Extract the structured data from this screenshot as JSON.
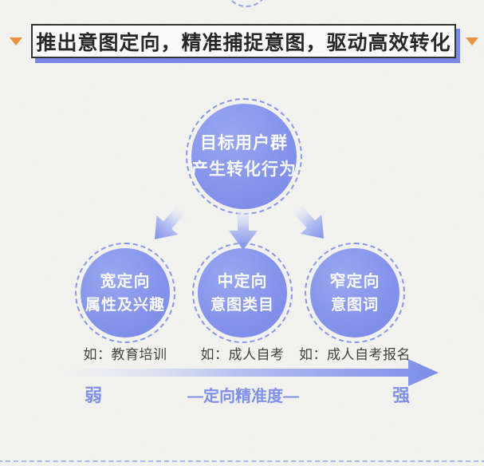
{
  "banner": {
    "title": "推出意图定向，精准捕捉意图，驱动高效转化"
  },
  "top_circle": {
    "line1": "目标用户群",
    "line2": "产生转化行为"
  },
  "branches": [
    {
      "title": "宽定向",
      "subtitle": "属性及兴趣",
      "example": "如：教育培训"
    },
    {
      "title": "中定向",
      "subtitle": "意图类目",
      "example": "如：成人自考"
    },
    {
      "title": "窄定向",
      "subtitle": "意图词",
      "example": "如：成人自考报名"
    }
  ],
  "axis": {
    "left_label": "弱",
    "center_label": "—定向精准度—",
    "right_label": "强"
  },
  "colors": {
    "accent_orange": "#f08f35",
    "circle_blue": "#8191ee",
    "banner_shadow_blue": "#7586ea",
    "axis_text_blue": "#7b8eea",
    "example_text": "#3a3a3a"
  }
}
